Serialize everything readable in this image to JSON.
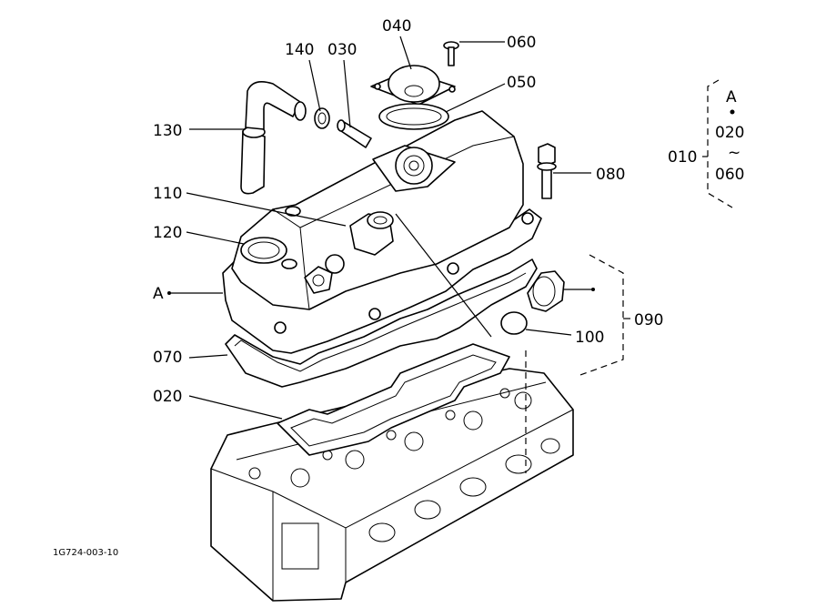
{
  "labels": {
    "p010": "010",
    "p020": "020",
    "p030": "030",
    "p040": "040",
    "p050": "050",
    "p060": "060",
    "p070": "070",
    "p080": "080",
    "p090": "090",
    "p100": "100",
    "p110": "110",
    "p120": "120",
    "p130": "130",
    "p140": "140",
    "ref_a": "A",
    "group_a": "A",
    "group_020": "020",
    "group_tilde": "~",
    "group_060": "060"
  },
  "figure_code": "1G724-003-10"
}
